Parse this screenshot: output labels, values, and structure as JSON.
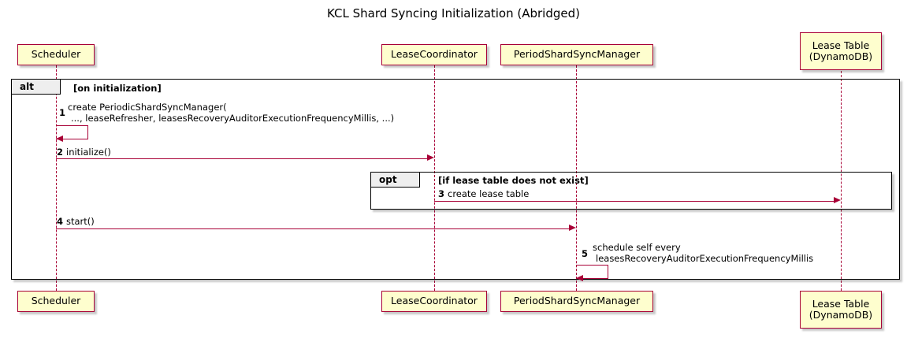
{
  "diagram": {
    "title": "KCL Shard Syncing Initialization (Abridged)",
    "type": "uml-sequence-diagram"
  },
  "colors": {
    "participant_fill": "#FEFECE",
    "participant_border": "#A80036",
    "message_line": "#A80036",
    "frame_border": "#000000",
    "frame_tab_fill": "#EEEEEE",
    "background": "#FFFFFF"
  },
  "participants": [
    {
      "id": "scheduler",
      "label": "Scheduler",
      "label_line2": ""
    },
    {
      "id": "lease-coordinator",
      "label": "LeaseCoordinator",
      "label_line2": ""
    },
    {
      "id": "period-shard-sync-manager",
      "label": "PeriodShardSyncManager",
      "label_line2": ""
    },
    {
      "id": "lease-table",
      "label": "Lease Table",
      "label_line2": "(DynamoDB)"
    }
  ],
  "fragments": [
    {
      "id": "alt",
      "operator": "alt",
      "guard": "[on initialization]"
    },
    {
      "id": "opt",
      "operator": "opt",
      "guard": "[if lease table does not exist]"
    }
  ],
  "messages": [
    {
      "number": "1",
      "from": "scheduler",
      "to": "scheduler",
      "kind": "self",
      "text_line1": "create PeriodicShardSyncManager(",
      "text_line2": "..., leaseRefresher, leasesRecoveryAuditorExecutionFrequencyMillis, ...)"
    },
    {
      "number": "2",
      "from": "scheduler",
      "to": "lease-coordinator",
      "kind": "sync",
      "text_line1": "initialize()",
      "text_line2": ""
    },
    {
      "number": "3",
      "from": "lease-coordinator",
      "to": "lease-table",
      "kind": "sync",
      "text_line1": "create lease table",
      "text_line2": ""
    },
    {
      "number": "4",
      "from": "scheduler",
      "to": "period-shard-sync-manager",
      "kind": "sync",
      "text_line1": "start()",
      "text_line2": ""
    },
    {
      "number": "5",
      "from": "period-shard-sync-manager",
      "to": "period-shard-sync-manager",
      "kind": "self",
      "text_line1": "schedule self every",
      "text_line2": "leasesRecoveryAuditorExecutionFrequencyMillis"
    }
  ]
}
